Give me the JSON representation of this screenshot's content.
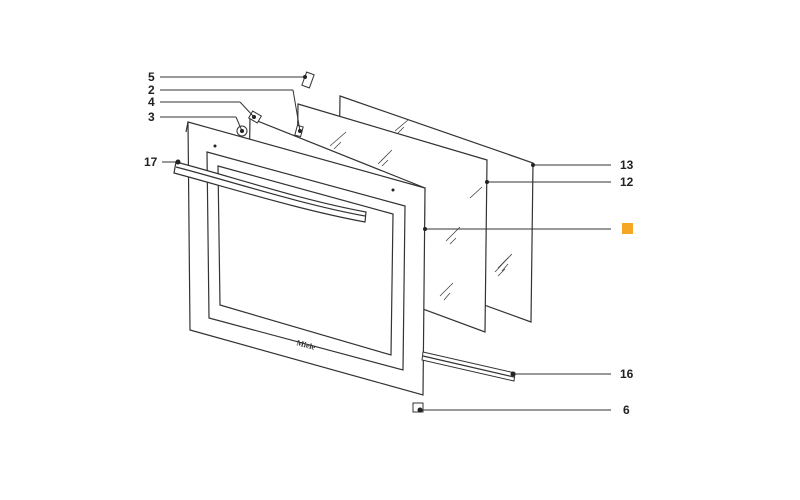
{
  "diagram": {
    "brand": "Miele",
    "highlight_color": "#f5a623",
    "callouts": [
      {
        "id": "5",
        "label": "5"
      },
      {
        "id": "2",
        "label": "2"
      },
      {
        "id": "4",
        "label": "4"
      },
      {
        "id": "3",
        "label": "3"
      },
      {
        "id": "17",
        "label": "17"
      },
      {
        "id": "13",
        "label": "13"
      },
      {
        "id": "12",
        "label": "12"
      },
      {
        "id": "16",
        "label": "16"
      },
      {
        "id": "6",
        "label": "6"
      }
    ]
  }
}
